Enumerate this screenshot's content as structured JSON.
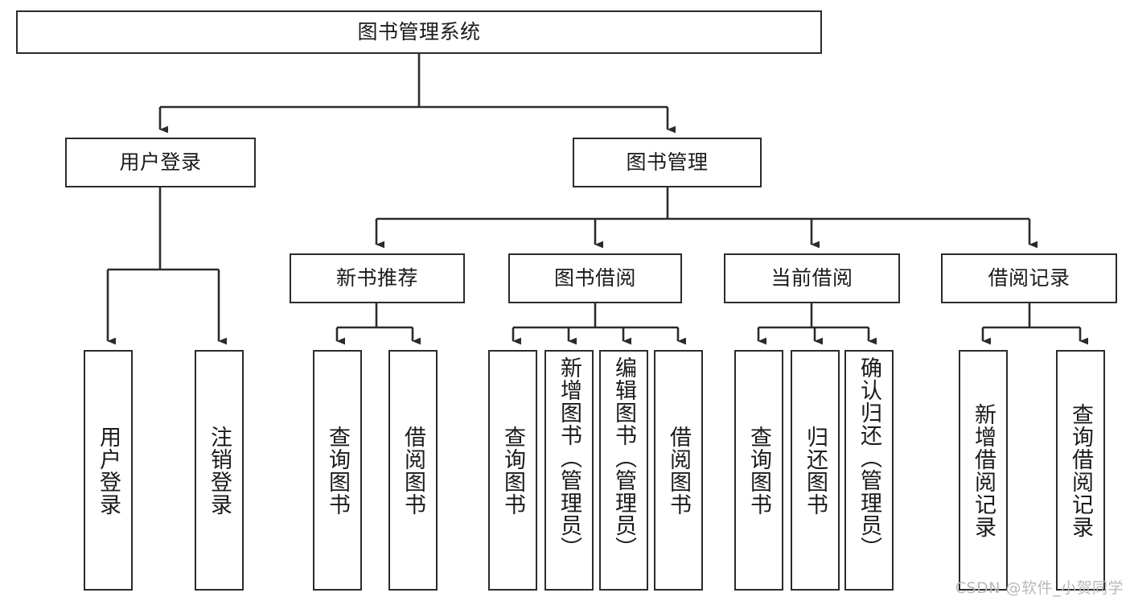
{
  "diagram": {
    "type": "tree",
    "title": "图书管理系统",
    "stroke_color": "#2b2b2b",
    "fill_color": "#ffffff",
    "text_color": "#1a1a1a",
    "nodes": {
      "root": {
        "label": "图书管理系统"
      },
      "l1": [
        {
          "id": "user_login",
          "label": "用户登录"
        },
        {
          "id": "book_mgmt",
          "label": "图书管理"
        }
      ],
      "l2": [
        {
          "id": "new_book_rec",
          "label": "新书推荐",
          "parent": "book_mgmt"
        },
        {
          "id": "book_borrow",
          "label": "图书借阅",
          "parent": "book_mgmt"
        },
        {
          "id": "current_borrow",
          "label": "当前借阅",
          "parent": "book_mgmt"
        },
        {
          "id": "borrow_record",
          "label": "借阅记录",
          "parent": "book_mgmt"
        }
      ],
      "leaves": [
        {
          "id": "leaf_user_login",
          "label": "用户登录",
          "parent": "user_login"
        },
        {
          "id": "leaf_logout",
          "label": "注销登录",
          "parent": "user_login"
        },
        {
          "id": "leaf_query_book_1",
          "label": "查询图书",
          "parent": "new_book_rec"
        },
        {
          "id": "leaf_borrow_book_1",
          "label": "借阅图书",
          "parent": "new_book_rec"
        },
        {
          "id": "leaf_query_book_2",
          "label": "查询图书",
          "parent": "book_borrow"
        },
        {
          "id": "leaf_add_book",
          "label": "新增图书（管理员）",
          "parent": "book_borrow"
        },
        {
          "id": "leaf_edit_book",
          "label": "编辑图书（管理员）",
          "parent": "book_borrow"
        },
        {
          "id": "leaf_borrow_book_2",
          "label": "借阅图书",
          "parent": "book_borrow"
        },
        {
          "id": "leaf_query_book_3",
          "label": "查询图书",
          "parent": "current_borrow"
        },
        {
          "id": "leaf_return_book",
          "label": "归还图书",
          "parent": "current_borrow"
        },
        {
          "id": "leaf_confirm_return",
          "label": "确认归还（管理员）",
          "parent": "current_borrow"
        },
        {
          "id": "leaf_add_record",
          "label": "新增借阅记录",
          "parent": "borrow_record"
        },
        {
          "id": "leaf_query_record",
          "label": "查询借阅记录",
          "parent": "borrow_record"
        }
      ]
    }
  },
  "watermark": {
    "text": "CSDN @软件_小贺同学"
  }
}
